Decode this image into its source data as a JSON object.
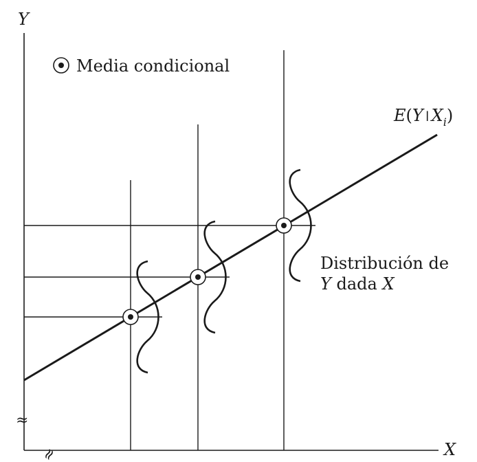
{
  "axes": {
    "y_label": "Y",
    "x_label": "X",
    "axis_break_glyph": "≈"
  },
  "legend": {
    "marker_icon": "circled-dot-icon",
    "label": "Media condicional"
  },
  "regression_line": {
    "label_E": "E",
    "label_paren_open": "(",
    "label_Y": "Y",
    "label_bar": "ǀ",
    "label_X": "X",
    "label_sub": "i",
    "label_paren_close": ")"
  },
  "distribution_note": {
    "line1": "Distribución de",
    "line2_Y": "Y",
    "line2_mid": " dada ",
    "line2_X": "X"
  },
  "colors": {
    "ink": "#1a1a1a",
    "background": "#ffffff"
  }
}
